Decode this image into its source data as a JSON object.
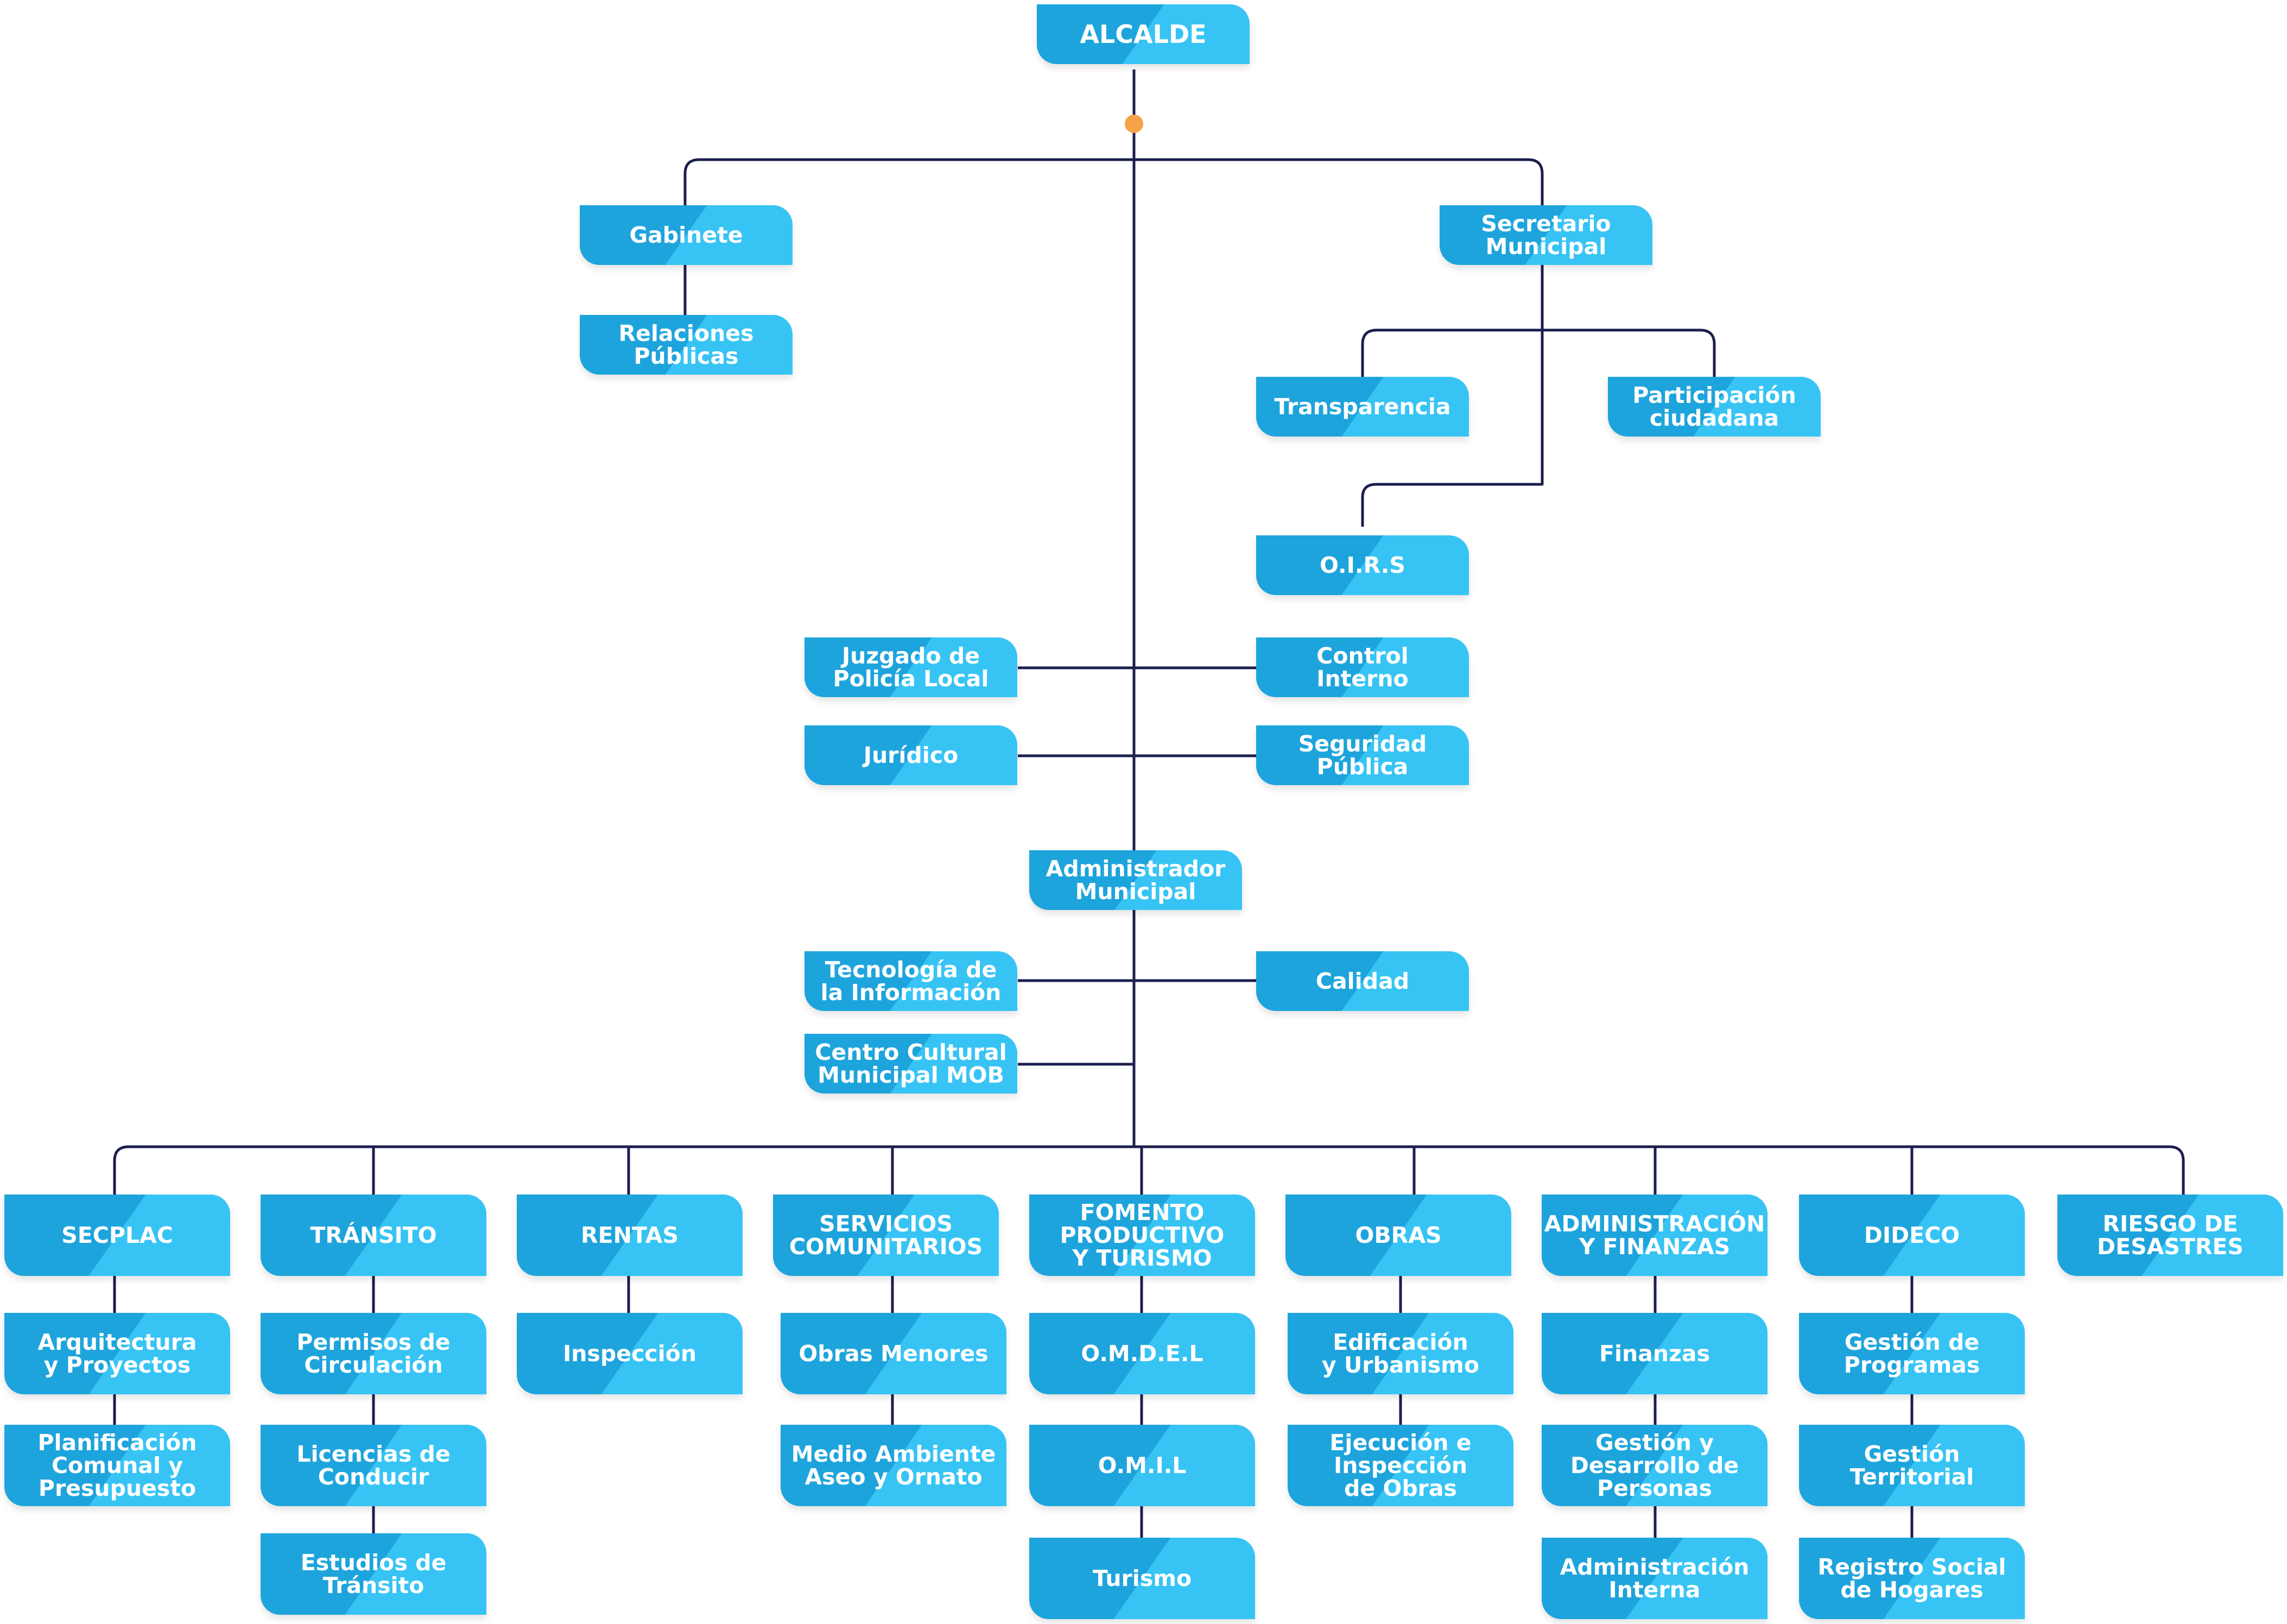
{
  "colors": {
    "box_dark": "#1ea4dc",
    "box_light": "#37c4f4",
    "connector": "#1b1f4d",
    "hub_dot": "#f5a24a"
  },
  "nodes": {
    "alcalde": "ALCALDE",
    "gabinete": "Gabinete",
    "relaciones_publicas": "Relaciones\nPúblicas",
    "secretario_municipal": "Secretario\nMunicipal",
    "transparencia": "Transparencia",
    "participacion_ciudadana": "Participación\nciudadana",
    "oirs": "O.I.R.S",
    "juzgado_policia_local": "Juzgado de\nPolicía Local",
    "control_interno": "Control\nInterno",
    "juridico": "Jurídico",
    "seguridad_publica": "Seguridad\nPública",
    "administrador_municipal": "Administrador\nMunicipal",
    "tecnologia_informacion": "Tecnología de\nla Información",
    "calidad": "Calidad",
    "centro_cultural": "Centro Cultural\nMunicipal MOB",
    "secplac": "SECPLAC",
    "arquitectura": "Arquitectura\ny Proyectos",
    "planificacion": "Planificación\nComunal y\nPresupuesto",
    "transito": "TRÁNSITO",
    "permisos_circulacion": "Permisos de\nCirculación",
    "licencias_conducir": "Licencias de\nConducir",
    "estudios_transito": "Estudios de\nTránsito",
    "rentas": "RENTAS",
    "inspeccion": "Inspección",
    "servicios_comunitarios": "SERVICIOS\nCOMUNITARIOS",
    "obras_menores": "Obras Menores",
    "medio_ambiente": "Medio Ambiente\nAseo y Ornato",
    "fomento": "FOMENTO\nPRODUCTIVO\nY TURISMO",
    "omdel": "O.M.D.E.L",
    "omil": "O.M.I.L",
    "turismo": "Turismo",
    "obras": "OBRAS",
    "edificacion": "Edificación\ny Urbanismo",
    "ejecucion_obras": "Ejecución e\nInspección\nde Obras",
    "administracion_finanzas": "ADMINISTRACIÓN\nY FINANZAS",
    "finanzas": "Finanzas",
    "gestion_personas": "Gestión y\nDesarrollo de\nPersonas",
    "administracion_interna": "Administración\nInterna",
    "dideco": "DIDECO",
    "gestion_programas": "Gestión de\nProgramas",
    "gestion_territorial": "Gestión Territorial",
    "registro_social": "Registro Social\nde Hogares",
    "riesgo_desastres": "RIESGO DE\nDESASTRES"
  }
}
